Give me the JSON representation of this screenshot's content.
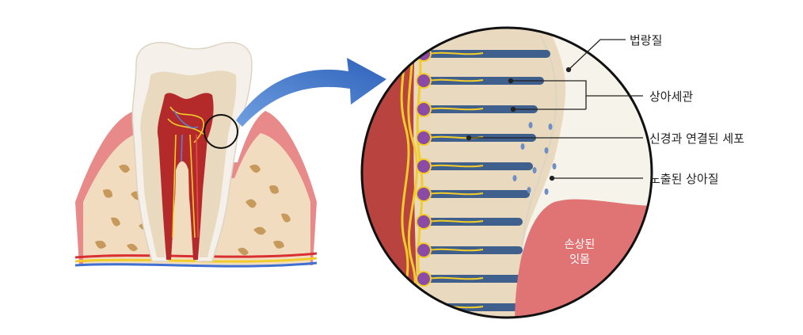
{
  "labels": {
    "enamel": "법랑질",
    "dentinal_tubules": "상아세관",
    "nerve_connected_cells": "신경과 연결된 세포",
    "exposed_dentin": "노출된 상아질",
    "damaged_gum_line1": "손상된",
    "damaged_gum_line2": "잇몸"
  },
  "colors": {
    "gum": "#e88a8a",
    "bone": "#f2dcc0",
    "enamel": "#f5f1ea",
    "dentin": "#e8d9bf",
    "pulp": "#b42a2a",
    "tubule": "#3f5f8c",
    "nerve": "#f2cc2a",
    "cell": "#8a4aa5",
    "arrow": "#2f6ac0"
  }
}
